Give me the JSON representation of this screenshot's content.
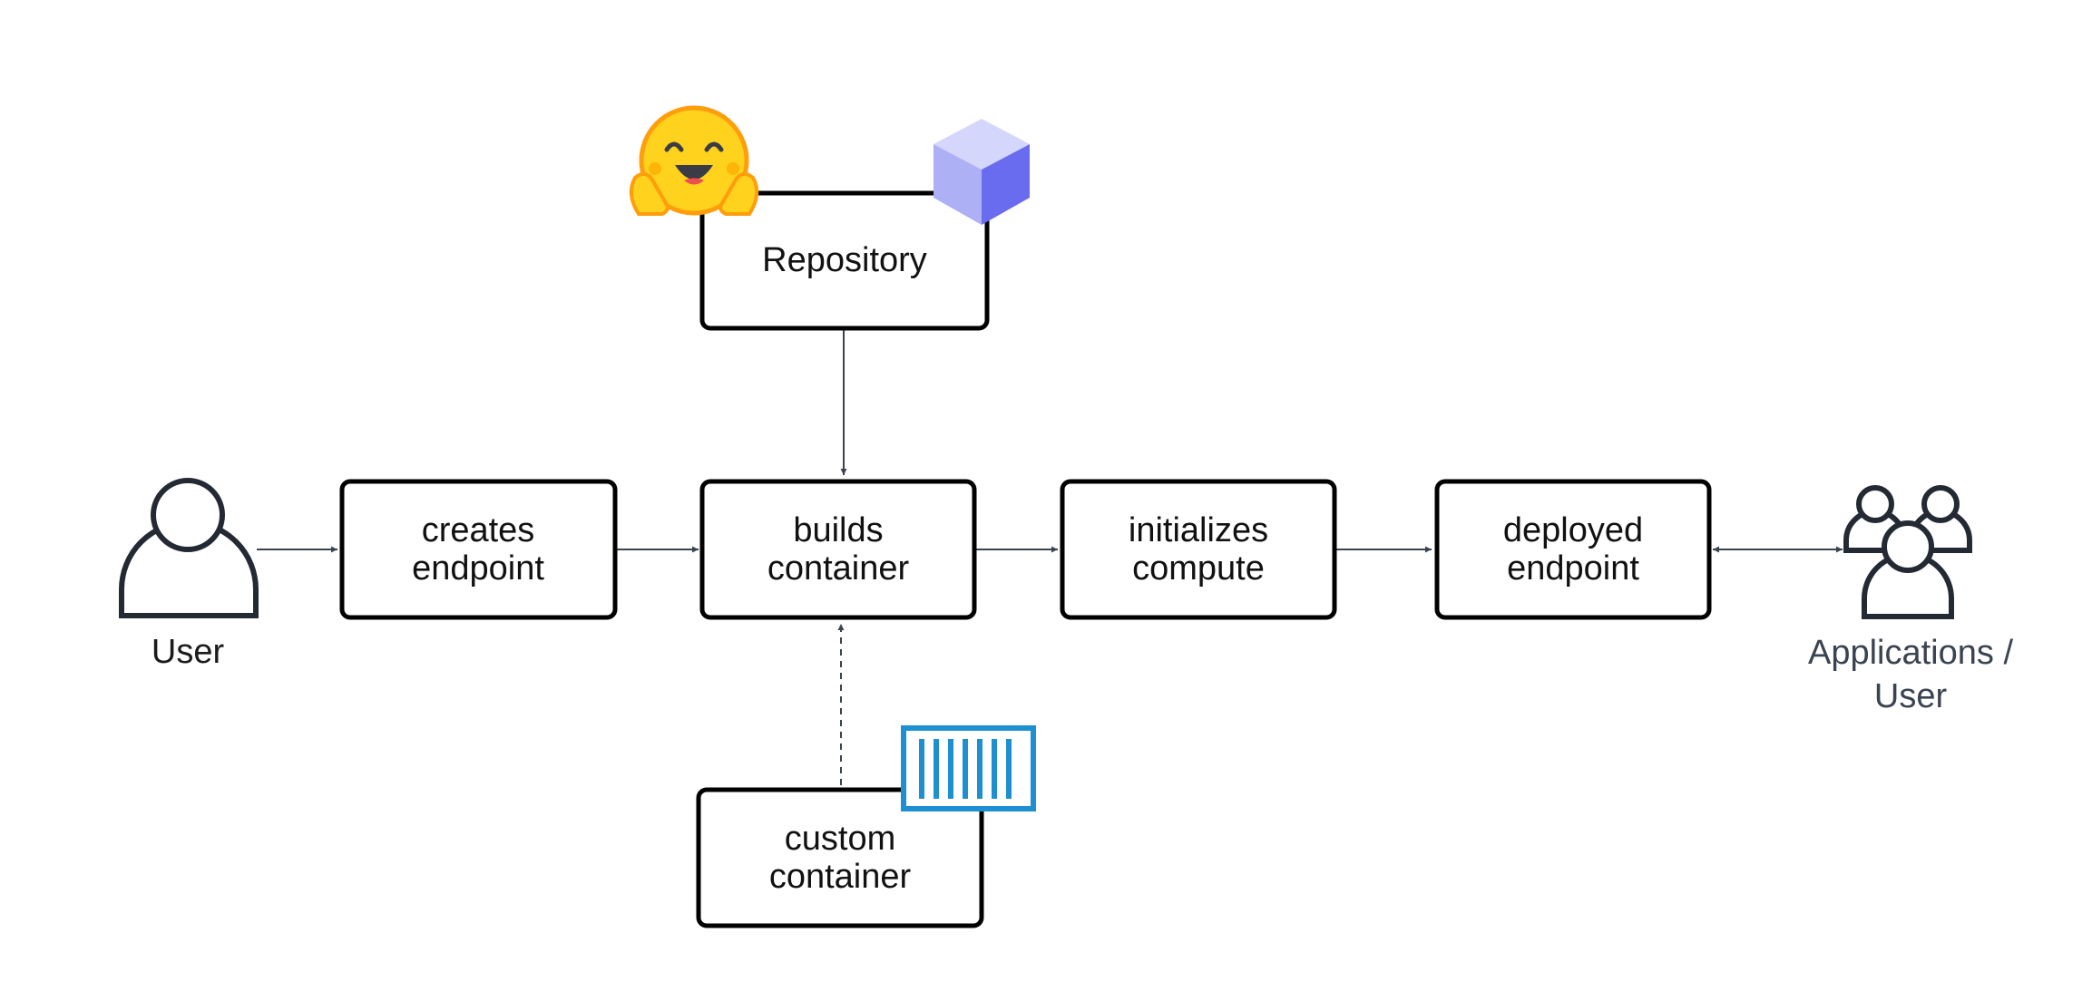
{
  "nodes": {
    "repository": {
      "lines": [
        "Repository"
      ]
    },
    "creates_endpoint": {
      "lines": [
        "creates",
        "endpoint"
      ]
    },
    "builds_container": {
      "lines": [
        "builds",
        "container"
      ]
    },
    "initializes_compute": {
      "lines": [
        "initializes",
        "compute"
      ]
    },
    "deployed_endpoint": {
      "lines": [
        "deployed",
        "endpoint"
      ]
    },
    "custom_container": {
      "lines": [
        "custom",
        "container"
      ]
    }
  },
  "actors": {
    "user": {
      "lines": [
        "User"
      ]
    },
    "applications_user": {
      "lines": [
        "Applications /",
        "User"
      ]
    }
  },
  "icons": {
    "repository_badges": [
      "hugging-face-emoji-icon",
      "cube-icon"
    ],
    "container_badge": "container-barcode-icon"
  },
  "colors": {
    "box_stroke": "#000000",
    "arrow": "#3a4350",
    "cube_light": "#d4d6fb",
    "cube_mid": "#aeb0f5",
    "cube_dark": "#6a6cf0",
    "container_blue": "#1e8fd1",
    "emoji_yellow": "#ffd21e",
    "emoji_orange": "#ff9d0b"
  }
}
